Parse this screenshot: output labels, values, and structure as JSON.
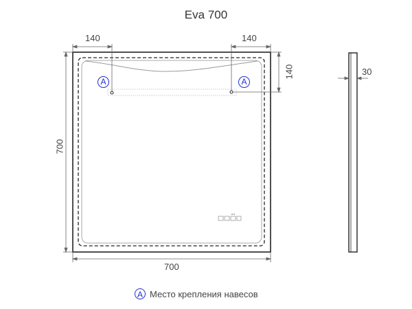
{
  "title": "Eva 700",
  "dimensions": {
    "left_offset": "140",
    "right_offset": "140",
    "top_offset": "140",
    "height": "700",
    "width": "700",
    "depth": "30"
  },
  "markers": {
    "left": "A",
    "right": "A"
  },
  "legend": {
    "symbol": "A",
    "text": "Место крепления навесов"
  },
  "colors": {
    "line": "#222222",
    "dimension_line": "#555555",
    "marker": "#1f2bd6",
    "inner_outline": "#999999"
  }
}
